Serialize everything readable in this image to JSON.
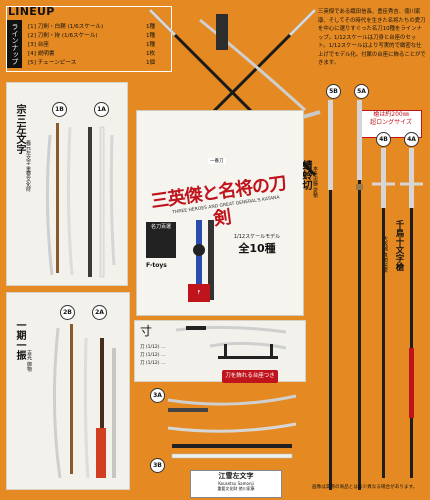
{
  "lineup": {
    "title": "LINEUP",
    "subtitle": "ラインナップ",
    "rows": [
      {
        "label": "[1] 刀剣・白鞘",
        "size": "(1/6スケール)",
        "pcs": "1種"
      },
      {
        "label": "[2] 刀剣・拵",
        "size": "(1/6スケール)",
        "pcs": "1種"
      },
      {
        "label": "[3] 台座",
        "size": "",
        "pcs": "1種"
      },
      {
        "label": "[4] 説明書",
        "size": "",
        "pcs": "1枚"
      },
      {
        "label": "[5] チェーンピース",
        "size": "",
        "pcs": "1個"
      }
    ]
  },
  "description": "三英傑である織田信長、豊臣秀吉、徳川家康、そしてその時代を生きた名将たちの愛刀を中心に選りすぐった名刀10種をラインナップ。1/12スケールは刀身と台座のセット。1/12スケールはより写実的で緻密な仕上げでモデル化。付属の台座に飾ることができます。",
  "items": {
    "1a": {
      "badge": "1A"
    },
    "1b": {
      "badge": "1B",
      "name": "宗三左文字",
      "subtitle": "義元左文字 重要文化財"
    },
    "2a": {
      "badge": "2A"
    },
    "2b": {
      "badge": "2B",
      "name": "一期一振",
      "subtitle": "吉光 御物"
    },
    "3a": {
      "badge": "3A"
    },
    "3b": {
      "badge": "3B",
      "name": "江雪左文字",
      "subtitle": "Kousetsu Samonji",
      "note": "重要文化財 徳川家康"
    },
    "4a": {
      "badge": "4A",
      "name": "千鳥十文字槍",
      "subtitle": "大坂城 真田信繁"
    },
    "4b": {
      "badge": "4B"
    },
    "5a": {
      "badge": "5A",
      "name": "蜻蛉切",
      "subtitle": "本多忠勝 愛槍"
    },
    "5b": {
      "badge": "5B"
    }
  },
  "size_tag": {
    "line1": "槍は約200㎜",
    "line2": "超ロングサイズ"
  },
  "package": {
    "title": "三英傑と名将の刀剣",
    "subtitle_en": "THREE HEROES AND GREAT GENERAL'S KATANA",
    "maker": "名刀百選",
    "brand": "F-toys",
    "count_label": "全10種",
    "scale_label": "1/12スケールモデル",
    "pack_label": "一番刀"
  },
  "stand": {
    "title": "寸",
    "rows": [
      "刀 (1/12) ...",
      "刀 (1/12) ...",
      "刀 (1/12) ..."
    ],
    "caption": "刀を飾れる台座つき"
  },
  "footnote": "画像は実際の商品とは多少異なる場合があります。",
  "colors": {
    "background": "#e58a22",
    "accent_red": "#c0141c",
    "ink": "#111111"
  }
}
